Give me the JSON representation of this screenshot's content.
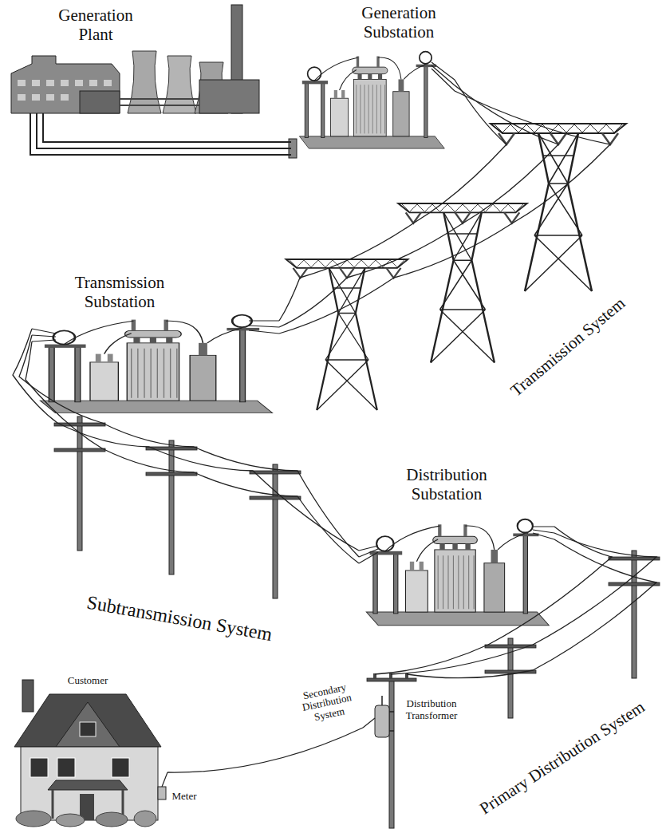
{
  "diagram": {
    "nodes": [
      {
        "text": [
          "Generation Plant"
        ]
      },
      {
        "text": [
          "Generation Substation"
        ]
      },
      {
        "text": [
          "Transmission Substation"
        ]
      },
      {
        "text": [
          "Distribution Substation"
        ]
      },
      {
        "text": [
          "Distribution Transformer"
        ]
      },
      {
        "text": [
          "Customer"
        ]
      }
    ],
    "edges": [
      {
        "from": 0,
        "to": 1,
        "arrow": "none"
      },
      {
        "from": 1,
        "to": 2,
        "arrow": "none"
      },
      {
        "from": 2,
        "to": 3,
        "arrow": "none"
      },
      {
        "from": 3,
        "to": 4,
        "arrow": "none"
      },
      {
        "from": 4,
        "to": 5,
        "arrow": "none"
      }
    ],
    "labels": [
      "Transmission System",
      "Subtransmission System",
      "Primary Distribution System",
      "Secondary Distribution System",
      "Meter"
    ]
  }
}
